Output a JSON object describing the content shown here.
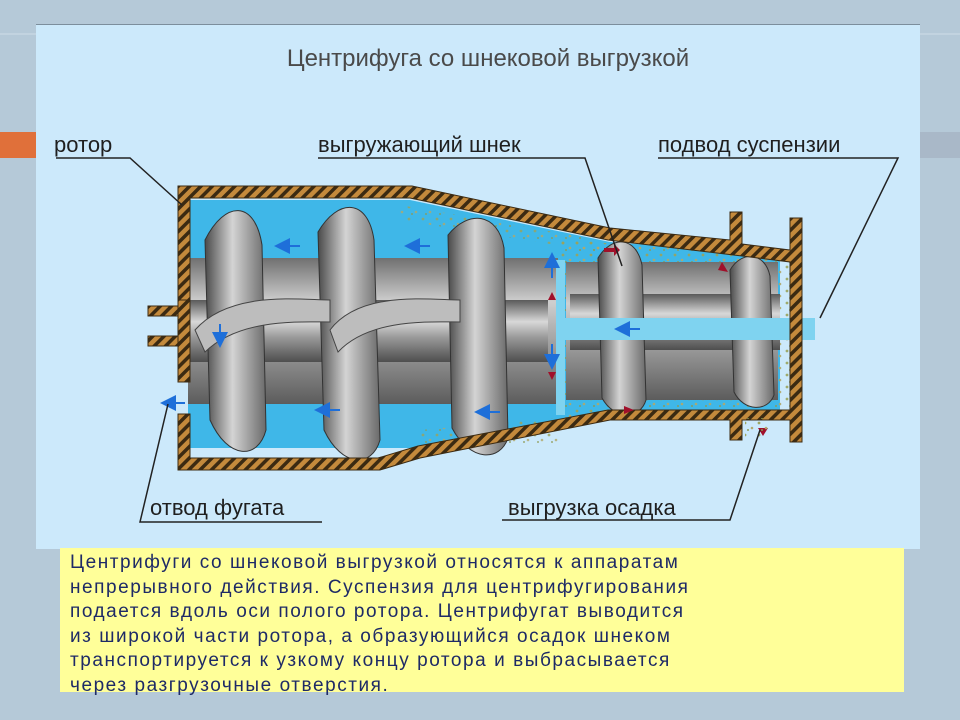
{
  "title": "Центрифуга со шнековой выгрузкой",
  "labels": {
    "rotor": "ротор",
    "screw": "выгружающий шнек",
    "feed": "подвод суспензии",
    "fugate": "отвод фугата",
    "sediment": "выгрузка осадка"
  },
  "caption": {
    "lines": [
      "Центрифуги со шнековой выгрузкой относятся к аппаратам",
      "непрерывного действия. Суспензия для центрифугирования",
      "подается вдоль оси полого ротора. Центрифугат выводится",
      "из широкой части ротора, а образующийся осадок шнеком",
      "транспортируется к узкому концу ротора и выбрасывается",
      "через разгрузочные отверстия."
    ]
  },
  "colors": {
    "panel": "#cce9fb",
    "liquid": "#3fb7e8",
    "housing": "#c48a3c",
    "housing_stripe": "#3b2a12",
    "screw_metal": "#8e8e8e",
    "flow_arrow_blue": "#1e6fd9",
    "flow_arrow_red": "#a0102a",
    "caption_bg": "#ffff99",
    "caption_text": "#1e2a66"
  }
}
